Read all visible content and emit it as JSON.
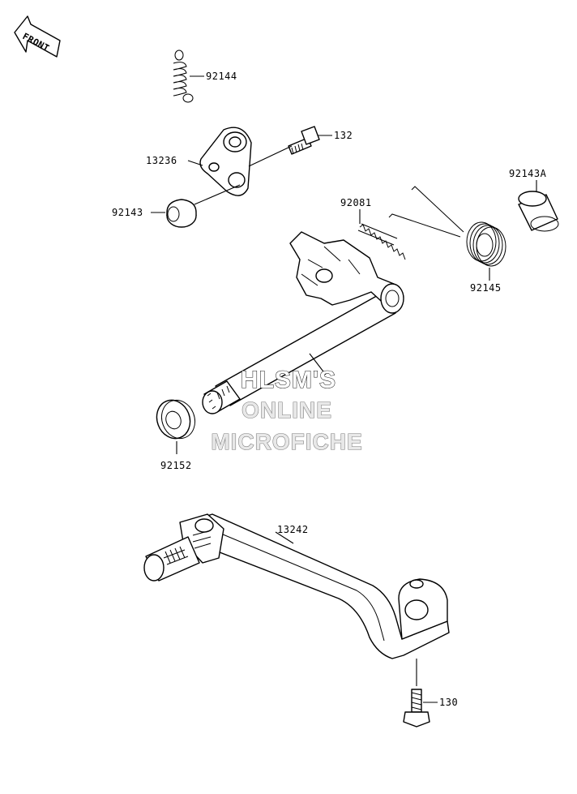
{
  "diagram": {
    "front_badge": "FRONT",
    "callouts": [
      {
        "id": "spring-92144",
        "text": "92144"
      },
      {
        "id": "bolt-132",
        "text": "132"
      },
      {
        "id": "link-13236",
        "text": "13236"
      },
      {
        "id": "collar-92143",
        "text": "92143"
      },
      {
        "id": "collar-92143a",
        "text": "92143A"
      },
      {
        "id": "spring-92081",
        "text": "92081"
      },
      {
        "id": "spring-92145",
        "text": "92145"
      },
      {
        "id": "seal-92152",
        "text": "92152"
      },
      {
        "id": "pedal-13242",
        "text": "13242"
      },
      {
        "id": "bolt-130",
        "text": "130"
      }
    ],
    "watermark": [
      "HLSM'S",
      "ONLINE",
      "MICROFICHE"
    ]
  }
}
